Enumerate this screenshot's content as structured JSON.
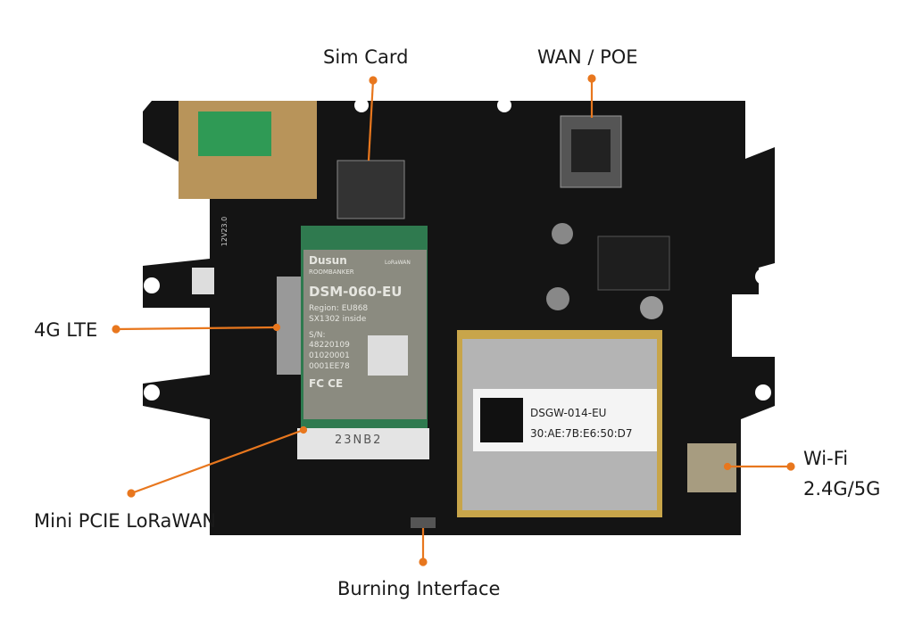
{
  "labels": {
    "sim_card": "Sim Card",
    "wan_poe": "WAN / POE",
    "lte": "4G LTE",
    "mini_pcie": "Mini PCIE LoRaWAN",
    "wifi_line1": "Wi-Fi",
    "wifi_line2": "2.4G/5G",
    "burning": "Burning Interface"
  },
  "lora_module": {
    "brand": "Dusun",
    "sub_brand": "ROOMBANKER",
    "badge": "LoRaWAN",
    "model": "DSM-060-EU",
    "region": "Region: EU868",
    "chip": "SX1302 inside",
    "sn_label": "S/N:",
    "sn1": "48220109",
    "sn2": "01020001",
    "sn3": "0001EE78",
    "marks": "FC  CE",
    "connector_code": "23NB2"
  },
  "main_module": {
    "model": "DSGW-014-EU",
    "mac": "30:AE:7B:E6:50:D7"
  },
  "board_silk": "12V23.0",
  "colors": {
    "accent": "#e8771e",
    "pcb": "#141414",
    "gold": "#b8945a"
  }
}
